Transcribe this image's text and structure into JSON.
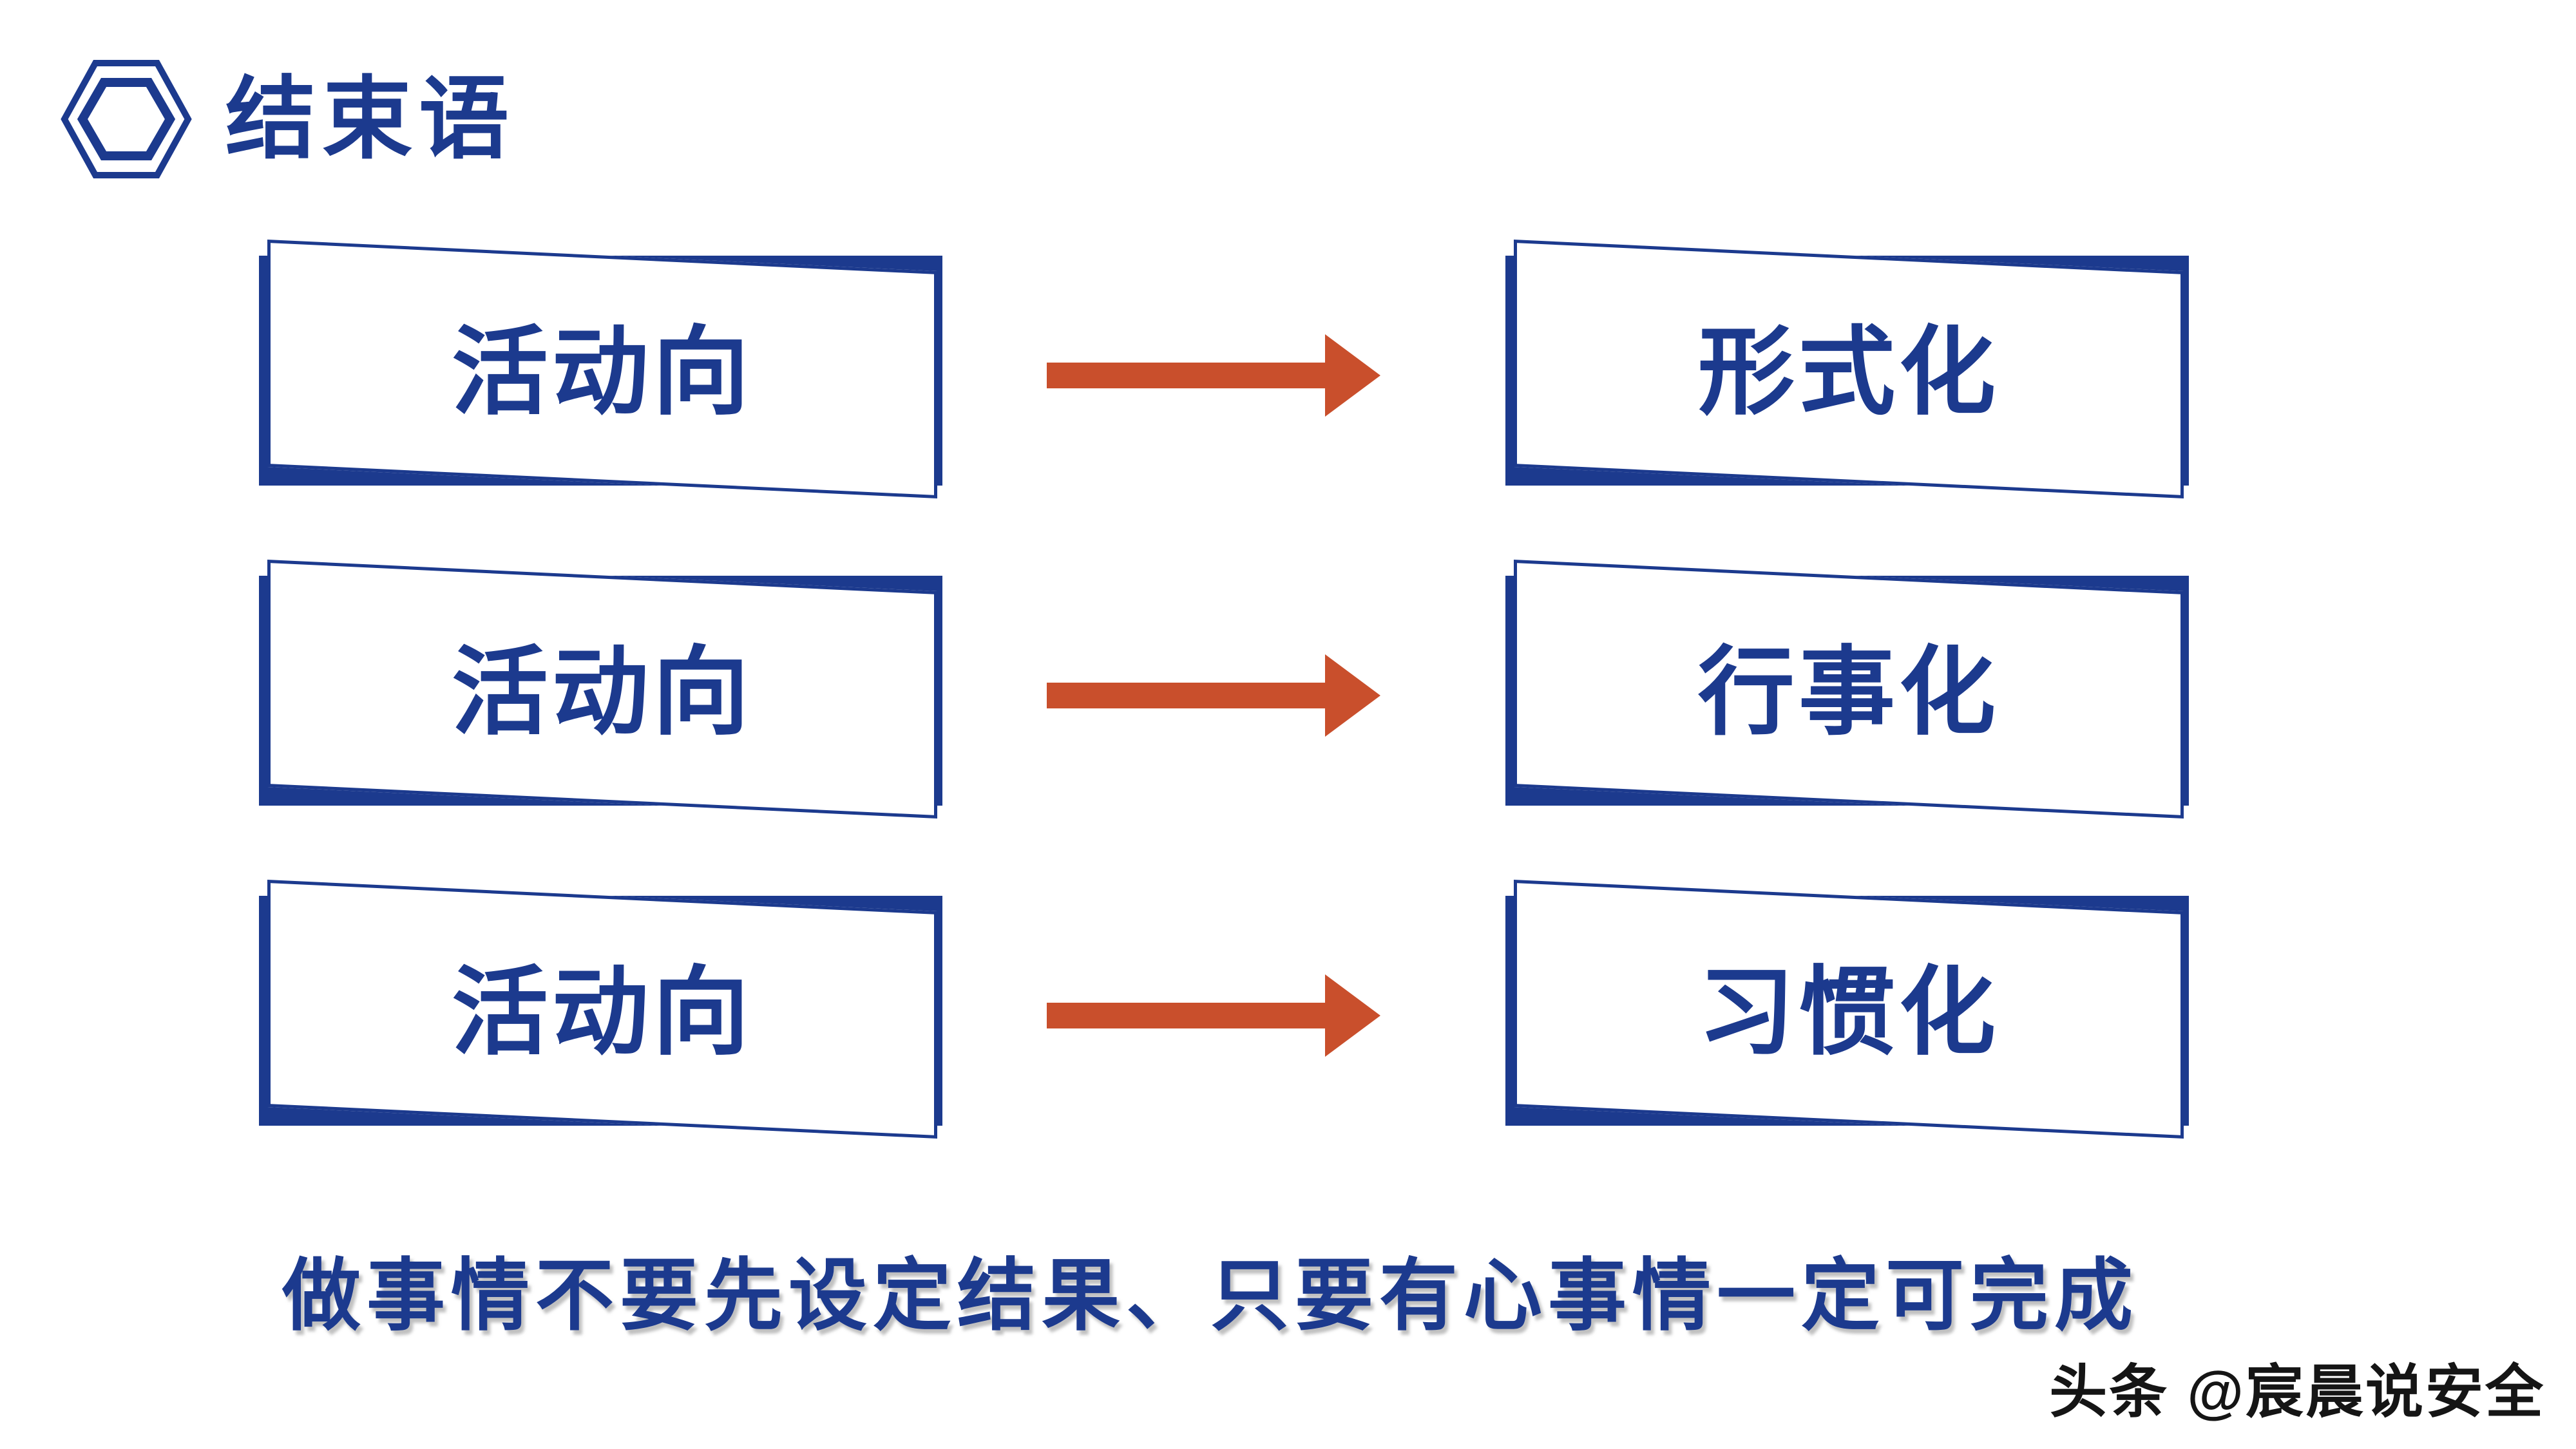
{
  "slide": {
    "header": {
      "icon": "hexagon-icon",
      "title": "结束语"
    },
    "rows": [
      {
        "source": "活动向",
        "target": "形式化"
      },
      {
        "source": "活动向",
        "target": "行事化"
      },
      {
        "source": "活动向",
        "target": "习惯化"
      }
    ],
    "footer_message": "做事情不要先设定结果、只要有心事情一定可完成",
    "watermark": "头条 @宸晨说安全",
    "colors": {
      "blue": "#1C3A8E",
      "arrow": "#C94F2C"
    }
  }
}
